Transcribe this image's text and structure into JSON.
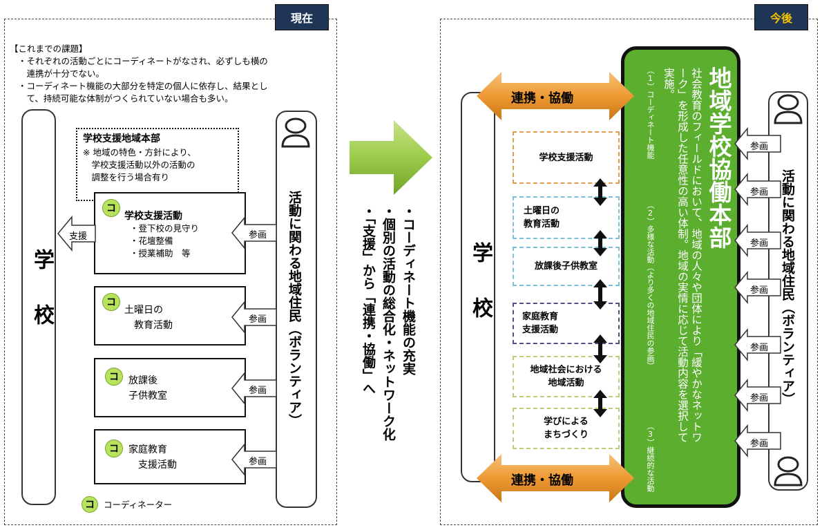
{
  "labels": {
    "current": "現在",
    "future": "今後"
  },
  "issues": {
    "heading": "【これまでの課題】",
    "bullet1": "・それぞれの活動ごとにコーディネートがなされ、必ずしも横の\n　連携が十分でない。",
    "bullet2": "・コーディネート機能の大部分を特定の個人に依存し、結果とし\n　て、持続可能な体制がつくられていない場合も多い。"
  },
  "left": {
    "school": "学校",
    "hq_title": "学校支援地域本部",
    "hq_note": "※ 地域の特色・方針により、\n　学校支援活動以外の活動の\n　調整を行う場合有り",
    "coordinator_mark": "コ",
    "activity1_title": "学校支援活動",
    "activity1_items": "・登下校の見守り\n・花壇整備\n・授業補助　等",
    "activity2": "土曜日の\n　教育活動",
    "activity3": "放課後\n子供教室",
    "activity4": "家庭教育\n　支援活動",
    "support": "支援",
    "participation": "参画",
    "residents": "活動に関わる地域住民（ボランティア）",
    "legend": "コーディネーター"
  },
  "center": {
    "line1": "・コーディネート機能の充実",
    "line2": "・個別の活動の総合化・ネットワーク化",
    "line3": "・「支援」から「連携・協働」へ"
  },
  "right": {
    "school": "学校",
    "collab": "連携・協働",
    "activities": [
      "学校支援活動",
      "土曜日の\n教育活動",
      "放課後子供教室",
      "家庭教育\n支援活動",
      "地域社会における\n地域活動",
      "学びによる\nまちづくり"
    ],
    "hq_title": "地域学校協働本部",
    "hq_desc": "社会教育のフィールドにおいて、地域の人々や団体により「緩やかなネットワーク」を形成した任意性の高い体制。地域の実情に応じて活動内容を選択して実施。",
    "func1": "（1）コーディネート機能",
    "func2": "（2）多様な活動（より多くの地域住民の参画）",
    "func3": "（3）継続的な活動",
    "participation": "参画",
    "residents": "活動に関わる地域住民（ボランティア）"
  },
  "colors": {
    "green": "#5cae2f",
    "orange": "#f0a23c",
    "tag_bg": "#1f3556",
    "coin": "#b7e35d"
  }
}
